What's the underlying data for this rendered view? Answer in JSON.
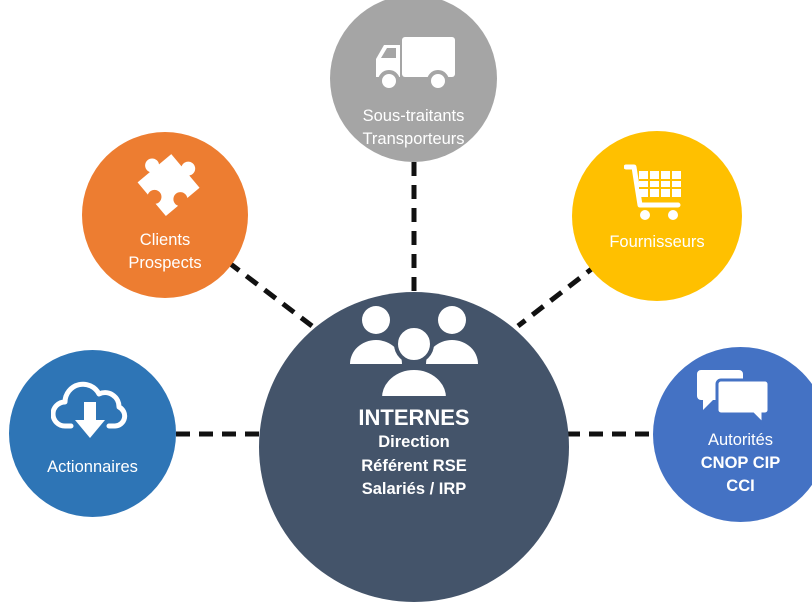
{
  "center": {
    "title": "INTERNES",
    "lines": [
      "Direction",
      "Référent RSE",
      "Salariés / IRP"
    ],
    "icon": "users-group-icon",
    "color": "#44546a"
  },
  "stakeholders": [
    {
      "id": "sous",
      "lines": [
        "Sous-traitants",
        "Transporteurs"
      ],
      "icon": "truck-icon",
      "color": "#a5a5a5"
    },
    {
      "id": "clients",
      "lines": [
        "Clients",
        "Prospects"
      ],
      "icon": "puzzle-icon",
      "color": "#ed7d31"
    },
    {
      "id": "fourn",
      "lines": [
        "Fournisseurs"
      ],
      "icon": "shopping-cart-icon",
      "color": "#ffc000"
    },
    {
      "id": "action",
      "lines": [
        "Actionnaires"
      ],
      "icon": "cloud-download-icon",
      "color": "#2e75b6"
    },
    {
      "id": "autor",
      "lines": [
        "Autorités",
        "CNOP CIP",
        "CCI"
      ],
      "icon": "chat-bubbles-icon",
      "color": "#4472c4"
    }
  ]
}
